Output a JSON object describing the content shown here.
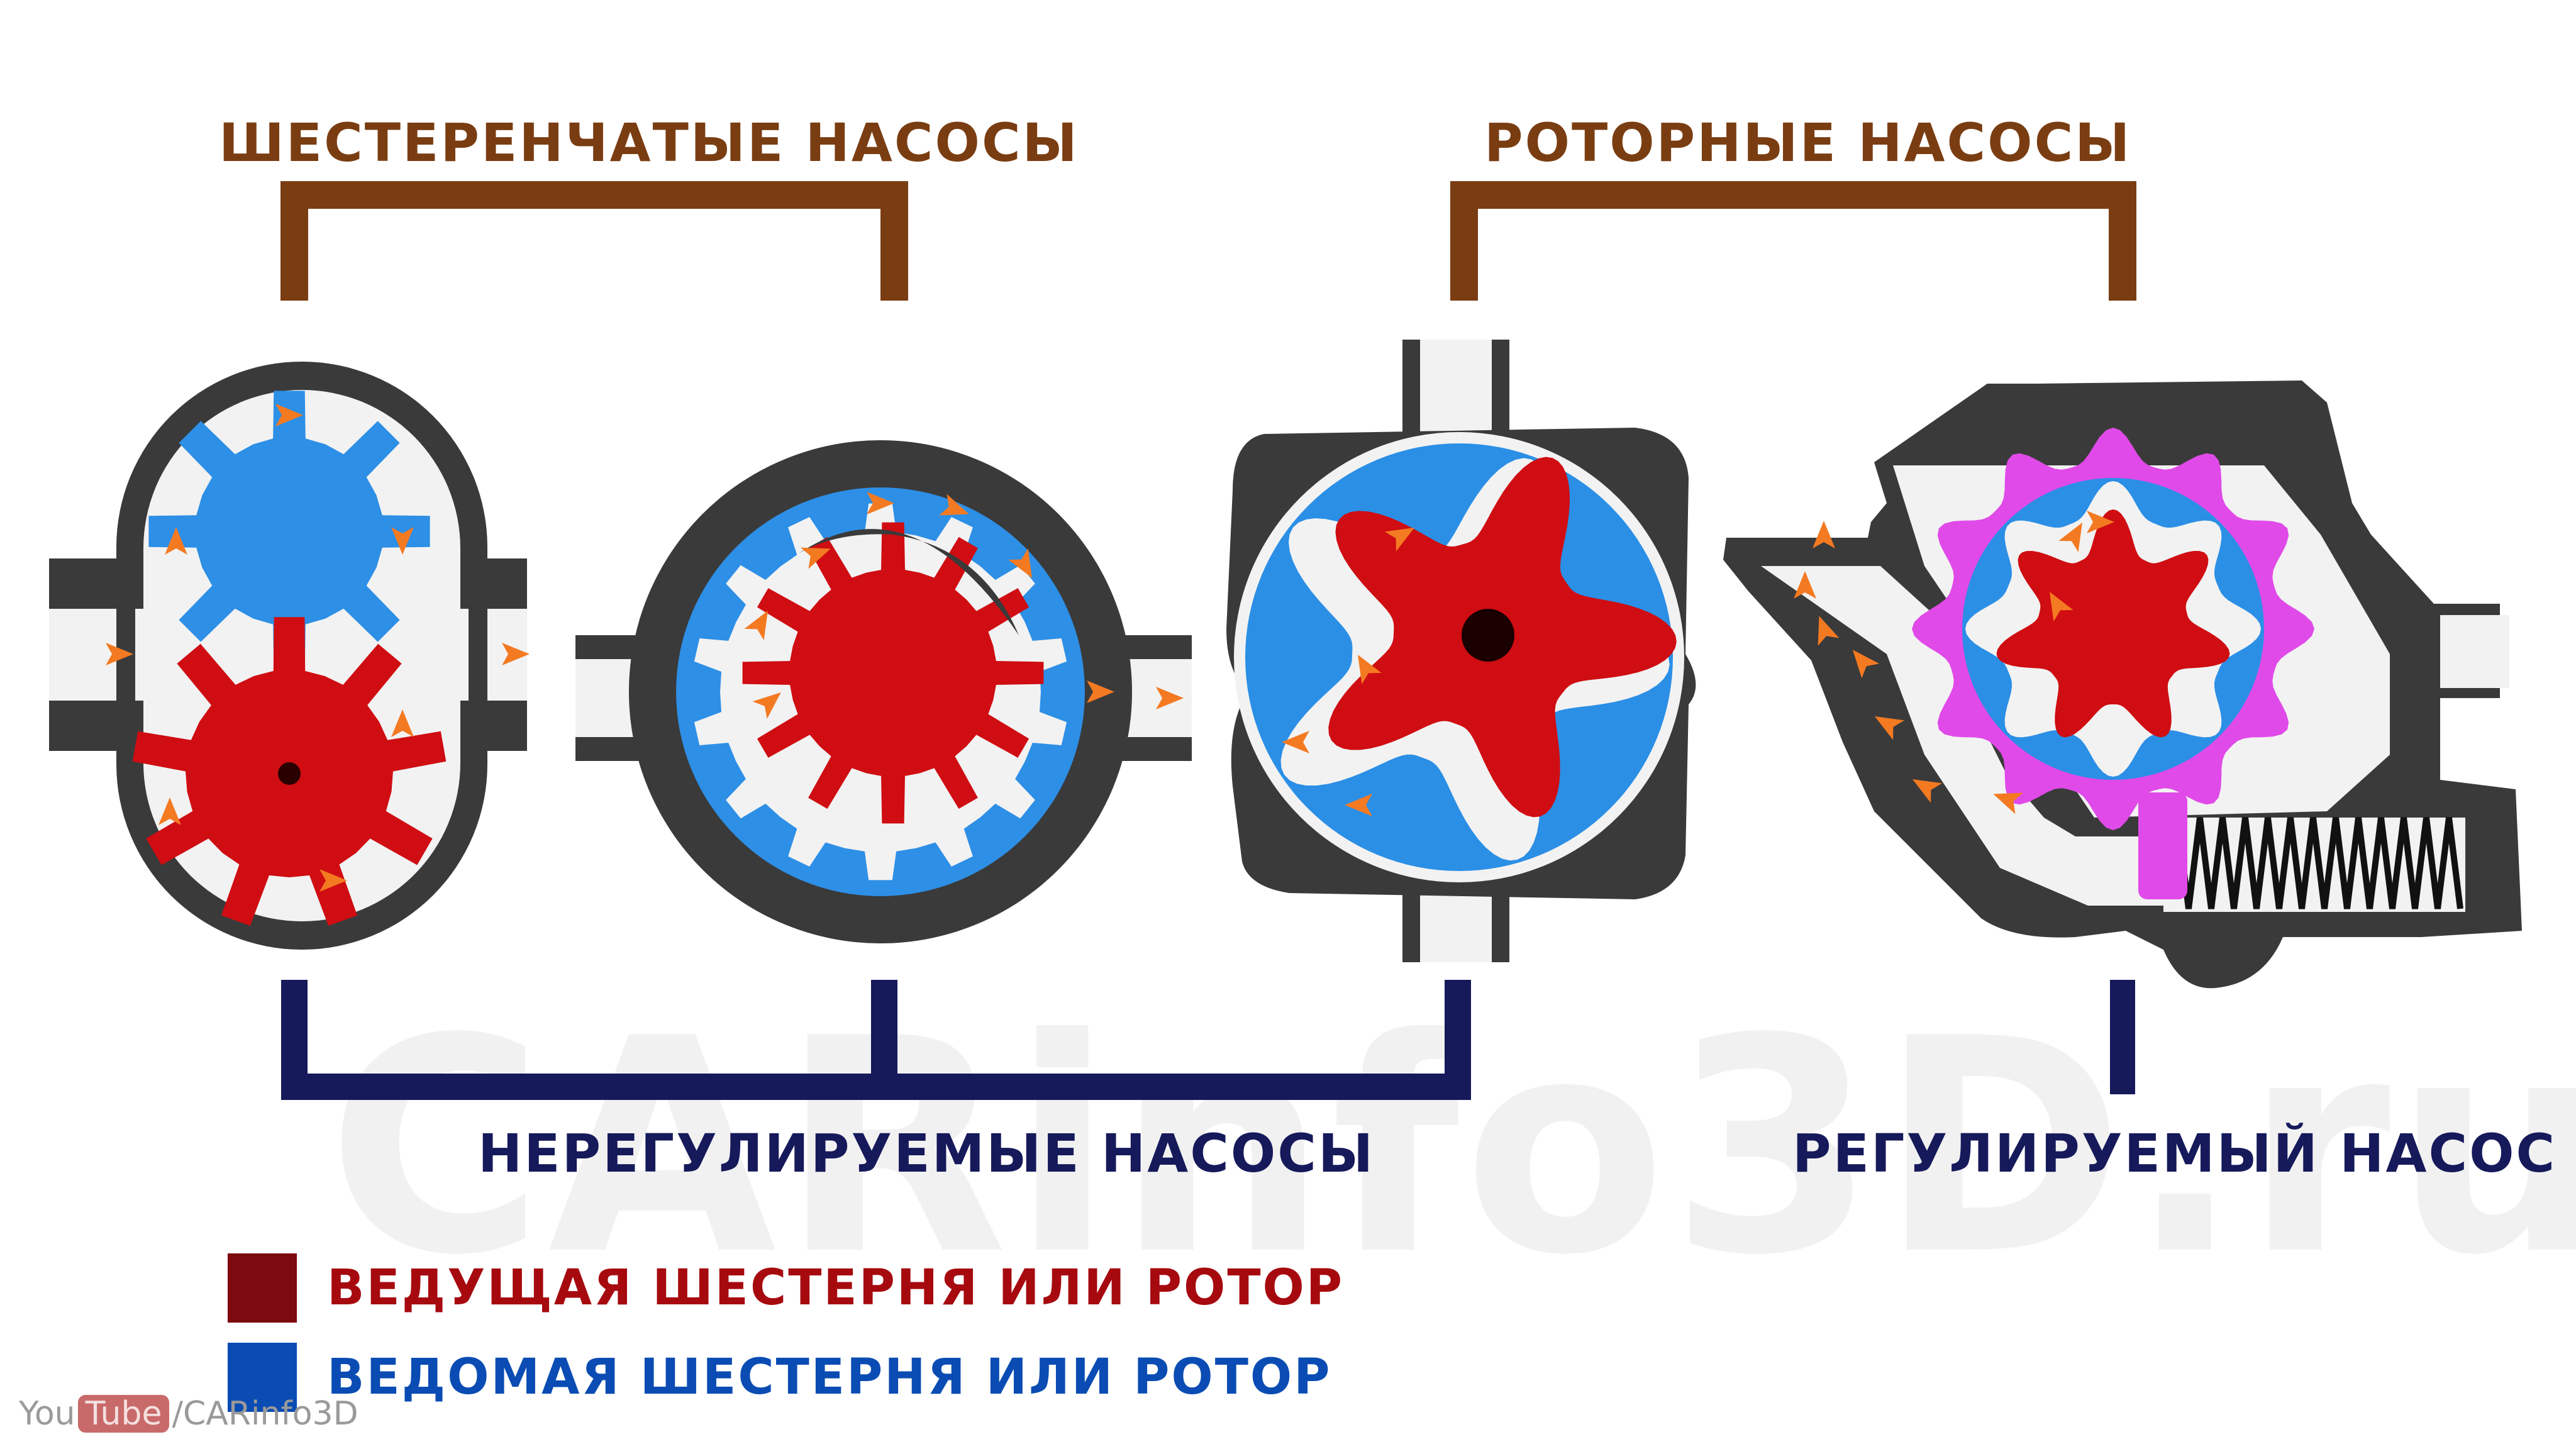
{
  "headers": {
    "gear_pumps": "ШЕСТЕРЕНЧАТЫЕ НАСОСЫ",
    "rotor_pumps": "РОТОРНЫЕ НАСОСЫ",
    "unregulated": "НЕРЕГУЛИРУЕМЫЕ НАСОСЫ",
    "regulated": "РЕГУЛИРУЕМЫЙ НАСОС"
  },
  "legend": {
    "driving": {
      "label": "ВЕДУЩАЯ ШЕСТЕРНЯ ИЛИ РОТОР",
      "color": "#a60a0f"
    },
    "driven": {
      "label": "ВЕДОМАЯ ШЕСТЕРНЯ ИЛИ РОТОР",
      "color": "#0a4cb3"
    }
  },
  "watermark": "CARinfo3D.ru",
  "youtube": {
    "you": "You",
    "tube": "Tube",
    "channel": "/CARinfo3D"
  },
  "colors": {
    "housing": "#3a3a3a",
    "cavity": "#f2f2f2",
    "driving_red": "#cf0d12",
    "driven_blue": "#2d8fe6",
    "rotor_ring_blue": "#2b8fe6",
    "regulator_ring": "#e04ae8",
    "arrow_orange": "#f47a22",
    "bracket_brown": "#7a3d12",
    "bracket_navy": "#16195a"
  },
  "icons": [
    "flow-arrow-icon",
    "spring-icon"
  ]
}
